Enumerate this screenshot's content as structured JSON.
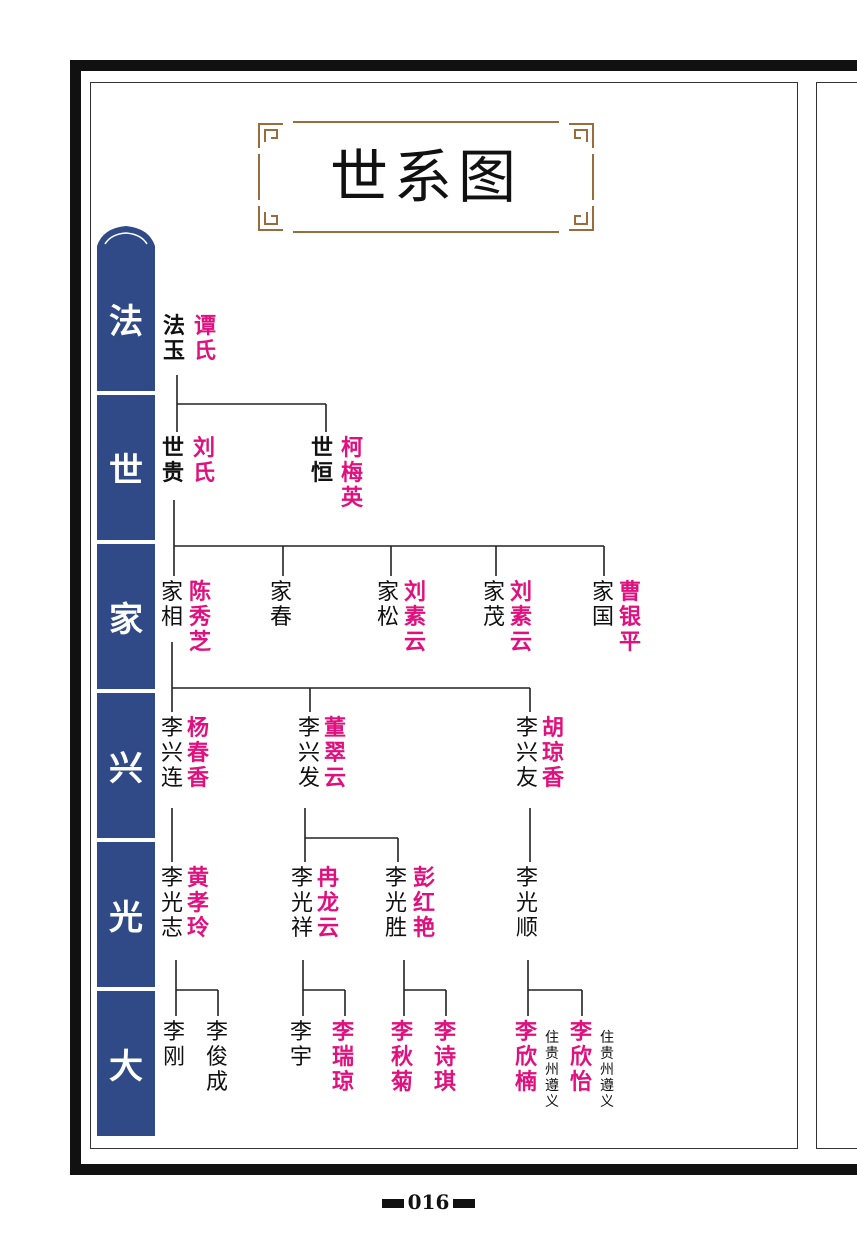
{
  "title": "世系图",
  "page_number": "016",
  "generations": [
    "法",
    "世",
    "家",
    "兴",
    "光",
    "大"
  ],
  "nodes": {
    "fayu": {
      "name": "法玉",
      "spouse": "谭氏"
    },
    "shigui": {
      "name": "世贵",
      "spouse": "刘氏"
    },
    "shiheng": {
      "name": "世恒",
      "spouse": "柯梅英"
    },
    "jiaxiang": {
      "name": "家相",
      "spouse": "陈秀芝"
    },
    "jiachun": {
      "name": "家春",
      "spouse": ""
    },
    "jiasong": {
      "name": "家松",
      "spouse": "刘素云"
    },
    "jiamao": {
      "name": "家茂",
      "spouse": "刘素云"
    },
    "jiaguo": {
      "name": "家国",
      "spouse": "曹银平"
    },
    "xinglian": {
      "name": "李兴连",
      "spouse": "杨春香"
    },
    "xingfa": {
      "name": "李兴发",
      "spouse": "董翠云"
    },
    "xingyou": {
      "name": "李兴友",
      "spouse": "胡琼香"
    },
    "guangzhi": {
      "name": "李光志",
      "spouse": "黄孝玲"
    },
    "guangxiang": {
      "name": "李光祥",
      "spouse": "冉龙云"
    },
    "guangsheng": {
      "name": "李光胜",
      "spouse": "彭红艳"
    },
    "guangshun": {
      "name": "李光顺",
      "spouse": ""
    },
    "ligang": {
      "name": "李刚"
    },
    "lijuncheng": {
      "name": "李俊成"
    },
    "liyu": {
      "name": "李宇"
    },
    "liruiqiong": {
      "name": "李瑞琼"
    },
    "liqiuju": {
      "name": "李秋菊"
    },
    "lishiqi": {
      "name": "李诗琪"
    },
    "lixinnan": {
      "name": "李欣楠",
      "note": "住贵州遵义"
    },
    "lixinyi": {
      "name": "李欣怡",
      "note": "住贵州遵义"
    }
  }
}
